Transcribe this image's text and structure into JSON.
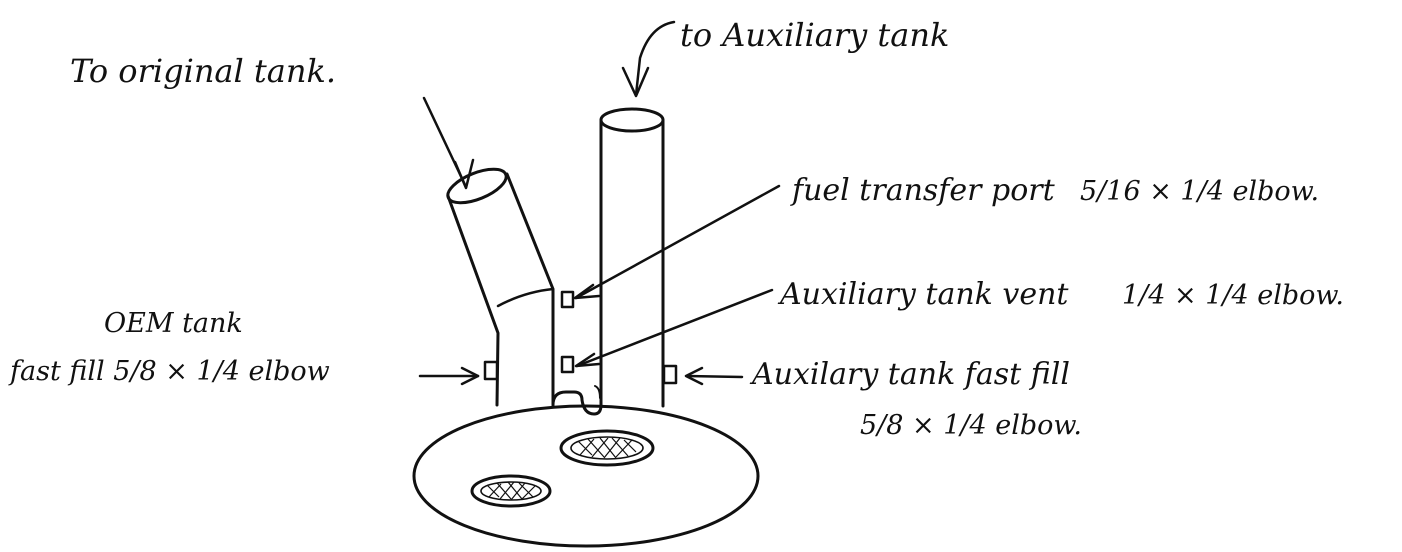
{
  "labels": {
    "to_original_tank": "To original tank.",
    "to_auxiliary_tank": "to Auxiliary tank",
    "fuel_transfer_port": "fuel transfer port",
    "fuel_transfer_size": "5/16 × 1/4 elbow.",
    "aux_tank_vent": "Auxiliary tank vent",
    "aux_tank_vent_size": "1/4 × 1/4 elbow.",
    "oem_tank": "OEM tank",
    "oem_fast_fill": "fast fill 5/8 × 1/4 elbow",
    "aux_fast_fill": "Auxilary tank fast fill",
    "aux_fast_fill_size": "5/8 × 1/4 elbow."
  },
  "colors": {
    "ink": "#111111",
    "paper": "#ffffff"
  }
}
